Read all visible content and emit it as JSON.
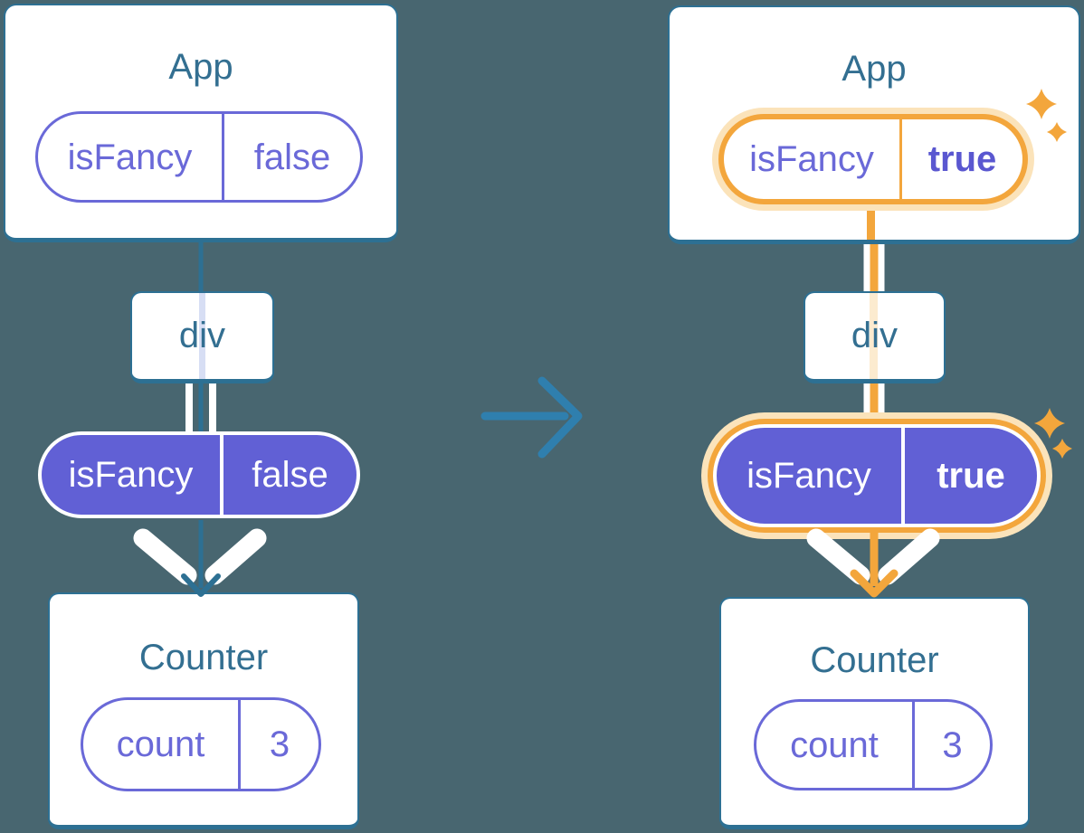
{
  "colors": {
    "background": "#486670",
    "card_bg": "#ffffff",
    "line_blue": "#2d7093",
    "title_blue": "#336f91",
    "arrow_blue": "#2f7fae",
    "indigo": "#6a69d8",
    "indigo_fill": "#6160d5",
    "indigo_bold": "#5a57d0",
    "orange": "#f3a63c",
    "orange_pale": "#fbe3ba",
    "orange_faint": "#fcebcf",
    "lavender_faint": "#d7def4"
  },
  "before_tree": {
    "app": {
      "title": "App",
      "prop": {
        "name": "isFancy",
        "value": "false"
      }
    },
    "div_node": {
      "label": "div"
    },
    "prop_pill": {
      "name": "isFancy",
      "value": "false"
    },
    "counter": {
      "title": "Counter",
      "state": {
        "name": "count",
        "value": "3"
      }
    }
  },
  "after_tree": {
    "app": {
      "title": "App",
      "prop": {
        "name": "isFancy",
        "value": "true"
      }
    },
    "div_node": {
      "label": "div"
    },
    "prop_pill": {
      "name": "isFancy",
      "value": "true"
    },
    "counter": {
      "title": "Counter",
      "state": {
        "name": "count",
        "value": "3"
      }
    }
  },
  "icons": {
    "transition": "arrow-right-icon",
    "highlight": "sparkle-icon"
  }
}
